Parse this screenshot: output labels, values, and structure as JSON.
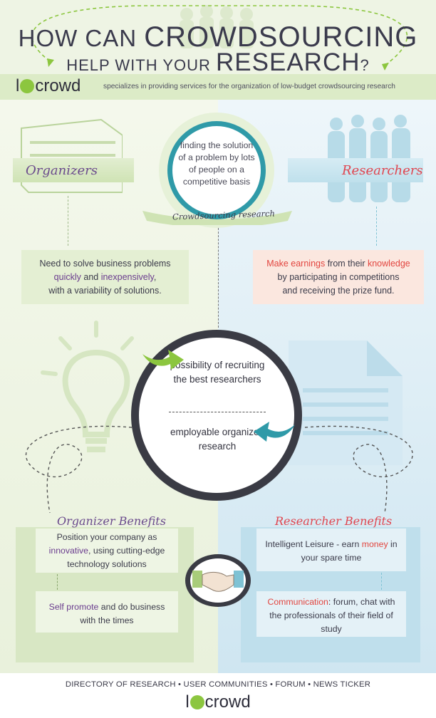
{
  "header": {
    "title_line1_prefix": "HOW CAN ",
    "title_line1_big": "CROWDSOURCING",
    "title_line2_prefix": "HELP WITH YOUR ",
    "title_line2_big": "RESEARCH",
    "title_line2_suffix": "?"
  },
  "brand": {
    "logo_left": "l",
    "logo_right": "crowd",
    "tagline": "specializes in providing services for the organization of low-budget crowdsourcing research"
  },
  "definition": {
    "text": "finding the solution of a problem by lots of people on a competitive basis",
    "label": "Crowdsourcing research"
  },
  "organizers": {
    "label": "Organizers",
    "need_line1": "Need to solve business problems",
    "need_highlight1": "quickly",
    "need_and": " and ",
    "need_highlight2": "inexpensively",
    "need_line2_suffix": ",",
    "need_line3": "with a variability of solutions."
  },
  "researchers": {
    "label": "Researchers",
    "make_highlight1": "Make earnings",
    "make_middle": " from their ",
    "make_highlight2": "knowledge",
    "make_line2": "by participating in competitions",
    "make_line3": "and receiving the prize fund."
  },
  "center": {
    "top_text": "possibility of recruiting the best researchers",
    "bottom_text": "employable organized research"
  },
  "organizer_benefits": {
    "label": "Organizer Benefits",
    "item1_line1": "Position your company as",
    "item1_highlight": "innovative",
    "item1_rest": ", using cutting-edge technology solutions",
    "item2_highlight": "Self promote",
    "item2_rest": " and do business with the times"
  },
  "researcher_benefits": {
    "label": "Researcher Benefits",
    "item1_line1": "Intelligent Leisure - earn",
    "item1_highlight": "money",
    "item1_rest": " in your spare time",
    "item2_highlight": "Communication",
    "item2_rest": ": forum, chat with the professionals of their field of study"
  },
  "footer": {
    "links": "DIRECTORY OF RESEARCH • USER COMMUNITIES • FORUM • NEWS TICKER",
    "logo_left": "l",
    "logo_right": "crowd"
  },
  "colors": {
    "green": "#8cc63f",
    "purple": "#6a3c8e",
    "red": "#e2453f",
    "teal": "#2f9aa8",
    "dark": "#3a3b44"
  },
  "icons": [
    "building-icon",
    "crowd-silhouette-icon",
    "lightbulb-icon",
    "document-icon",
    "handshake-icon",
    "arrow-right-icon",
    "arrow-left-icon"
  ]
}
